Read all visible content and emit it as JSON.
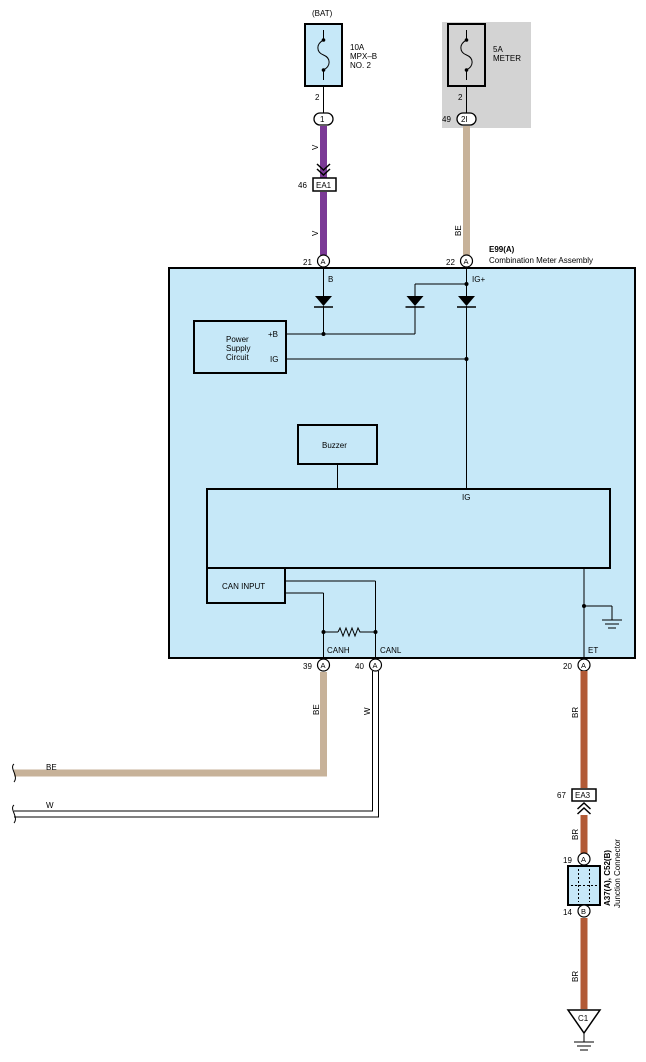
{
  "fuse_bat": {
    "source": "(BAT)",
    "rating": "10A",
    "name_line1": "MPX–B",
    "name_line2": "NO. 2",
    "pin": "2",
    "connector_pin": "1"
  },
  "fuse_meter": {
    "rating": "5A",
    "name": "METER",
    "pin": "2",
    "connector_id": "49",
    "connector_pin": "2I"
  },
  "wire_colors": {
    "violet": "V",
    "beige": "BE",
    "white": "W",
    "brown": "BR"
  },
  "connectors": {
    "ea1": {
      "pin": "46",
      "label": "EA1"
    },
    "ea3": {
      "pin": "67",
      "label": "EA3"
    },
    "c1": {
      "label": "C1"
    }
  },
  "meter": {
    "id": "E99(A)",
    "name": "Combination Meter Assembly",
    "pin_b": "21",
    "pin_ig": "22",
    "pin_canh": "39",
    "pin_canl": "40",
    "pin_et": "20",
    "conn_letter": "A",
    "label_b": "B",
    "label_igplus": "IG+",
    "label_ig_cpu": "IG",
    "label_canh": "CANH",
    "label_canl": "CANL",
    "label_et": "ET"
  },
  "power_supply": {
    "line1": "Power",
    "line2": "Supply",
    "line3": "Circuit",
    "pin_b": "+B",
    "pin_ig": "IG"
  },
  "buzzer": {
    "label": "Buzzer"
  },
  "can_input": {
    "label": "CAN INPUT"
  },
  "junction": {
    "pin_top": "19",
    "pin_bottom": "14",
    "letter_top": "A",
    "letter_bottom": "B",
    "id": "A37(A), C52(B)",
    "name": "Junction Connector"
  },
  "colors": {
    "violet": "#7b3a96",
    "beige": "#c7b299",
    "brown": "#b25a36",
    "box_fill": "#c6e8f8",
    "meter_fuse_shade": "#d3d3d3"
  }
}
